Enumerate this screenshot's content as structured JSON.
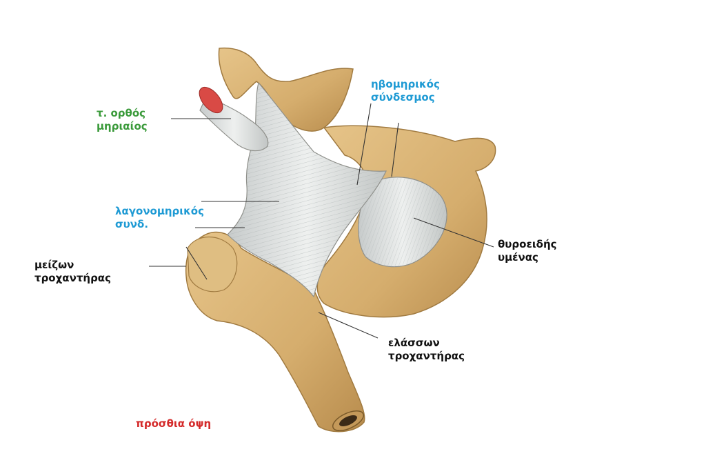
{
  "labels": {
    "rectus_femoris": {
      "line1": "τ. ορθός",
      "line2": "μηριαίος",
      "color": "#3a9a3a"
    },
    "pubofemoral": {
      "line1": "ηβομηρικός",
      "line2": "σύνδεσμος",
      "color": "#1e9ad4"
    },
    "iliofemoral": {
      "line1": "λαγονομηρικός",
      "line2": "συνδ.",
      "color": "#1e9ad4"
    },
    "greater_trochanter": {
      "line1": "μείζων",
      "line2": "τροχαντήρας",
      "color": "#111111"
    },
    "obturator_membrane": {
      "line1": "θυροειδής",
      "line2": "υμένας",
      "color": "#111111"
    },
    "lesser_trochanter": {
      "line1": "ελάσσων",
      "line2": "τροχαντήρας",
      "color": "#111111"
    },
    "view": {
      "text": "πρόσθια όψη",
      "color": "#d42a2a"
    }
  },
  "colors": {
    "bone": "#dcb679",
    "bone_shadow": "#b98e4e",
    "ligament": "#d9dcdc",
    "tendon_cut": "#d94a45"
  }
}
